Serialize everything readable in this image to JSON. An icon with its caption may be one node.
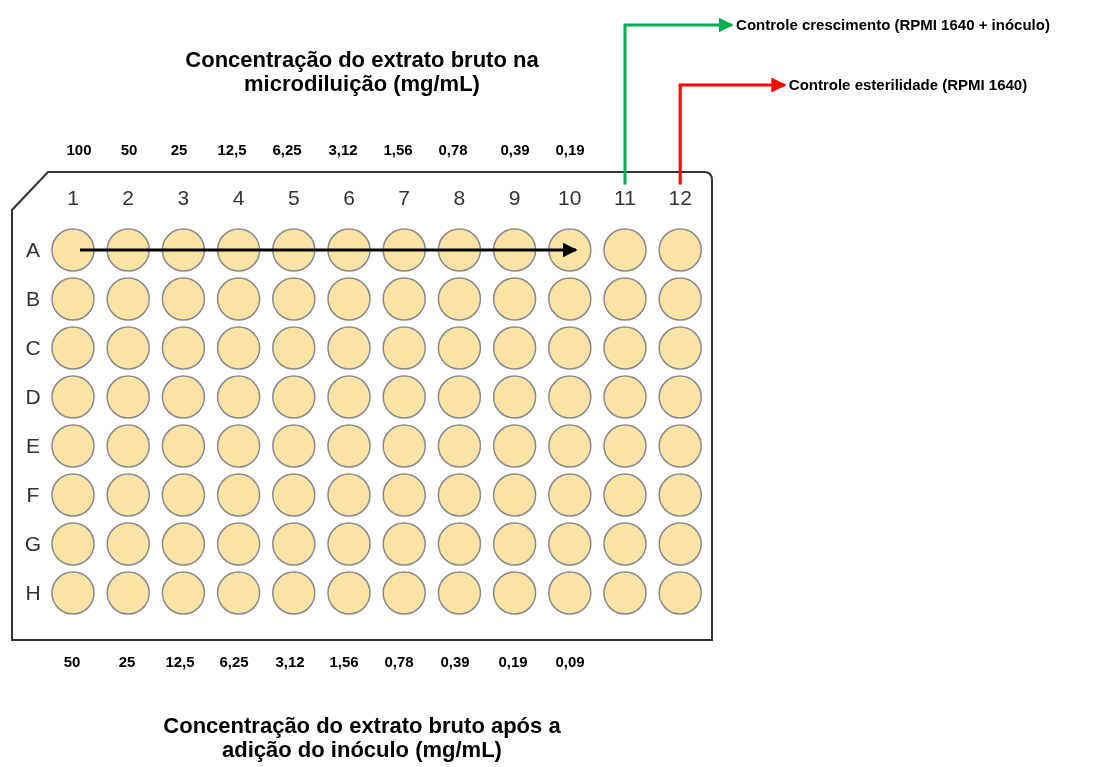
{
  "diagram": {
    "nodes": [
      {
        "text": [
          "Controle crescimento (RPMI 1640 + inóculo)"
        ]
      },
      {
        "text": [
          "Controle esterilidade (RPMI 1640)"
        ]
      },
      {
        "text": [
          "11"
        ]
      },
      {
        "text": [
          "12"
        ]
      }
    ],
    "edges": [
      {
        "from": 2,
        "to": 0,
        "arrow": "to",
        "color": "#00b050"
      },
      {
        "from": 3,
        "to": 1,
        "arrow": "to",
        "color": "#ff0000"
      }
    ],
    "labels": [
      "Concentração do extrato bruto na microdiluição (mg/mL)",
      "100",
      "50",
      "25",
      "12,5",
      "6,25",
      "3,12",
      "1,56",
      "0,78",
      "0,39",
      "0,19",
      "1",
      "2",
      "3",
      "4",
      "5",
      "6",
      "7",
      "8",
      "9",
      "10",
      "A",
      "B",
      "C",
      "D",
      "E",
      "F",
      "G",
      "H",
      "50",
      "25",
      "12,5",
      "6,25",
      "3,12",
      "1,56",
      "0,78",
      "0,39",
      "0,19",
      "0,09",
      "Concentração do extrato bruto após a adição do inóculo (mg/mL)"
    ]
  }
}
